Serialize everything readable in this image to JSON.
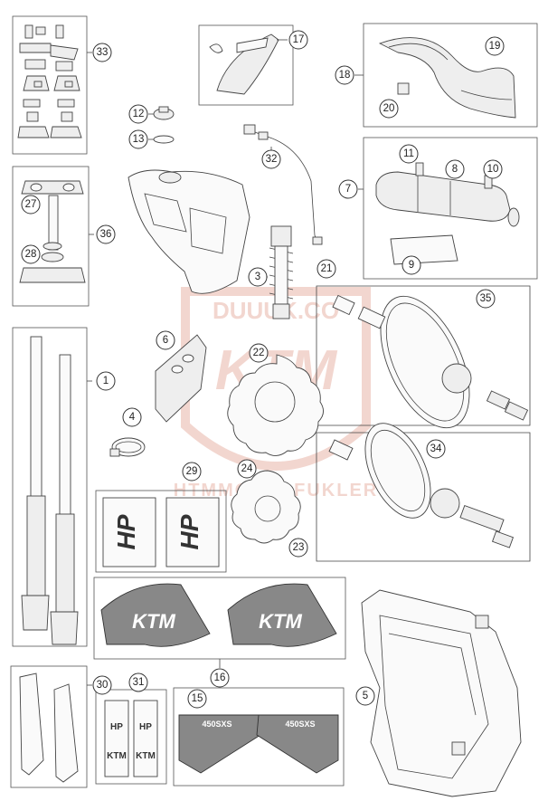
{
  "watermark": {
    "brand": "DUUUK.CO",
    "logo": "KTM",
    "strip": "HTMMOTORFUKLER",
    "color": "#e8b5a8"
  },
  "callouts": [
    {
      "id": "c33",
      "label": "33"
    },
    {
      "id": "c17",
      "label": "17"
    },
    {
      "id": "c18",
      "label": "18"
    },
    {
      "id": "c19",
      "label": "19"
    },
    {
      "id": "c20",
      "label": "20"
    },
    {
      "id": "c12",
      "label": "12"
    },
    {
      "id": "c13",
      "label": "13"
    },
    {
      "id": "c32",
      "label": "32"
    },
    {
      "id": "c11",
      "label": "11"
    },
    {
      "id": "c8",
      "label": "8"
    },
    {
      "id": "c10",
      "label": "10"
    },
    {
      "id": "c7",
      "label": "7"
    },
    {
      "id": "c9",
      "label": "9"
    },
    {
      "id": "c27",
      "label": "27"
    },
    {
      "id": "c36",
      "label": "36"
    },
    {
      "id": "c28",
      "label": "28"
    },
    {
      "id": "c3",
      "label": "3"
    },
    {
      "id": "c21",
      "label": "21"
    },
    {
      "id": "c35",
      "label": "35"
    },
    {
      "id": "c1",
      "label": "1"
    },
    {
      "id": "c6",
      "label": "6"
    },
    {
      "id": "c22",
      "label": "22"
    },
    {
      "id": "c4",
      "label": "4"
    },
    {
      "id": "c34",
      "label": "34"
    },
    {
      "id": "c29",
      "label": "29"
    },
    {
      "id": "c24",
      "label": "24"
    },
    {
      "id": "c23",
      "label": "23"
    },
    {
      "id": "c16",
      "label": "16"
    },
    {
      "id": "c5",
      "label": "5"
    },
    {
      "id": "c30",
      "label": "30"
    },
    {
      "id": "c31",
      "label": "31"
    },
    {
      "id": "c15",
      "label": "15"
    }
  ],
  "decals": {
    "hp_text": "HP",
    "ktm_text": "KTM",
    "model_text": "450SXS"
  }
}
